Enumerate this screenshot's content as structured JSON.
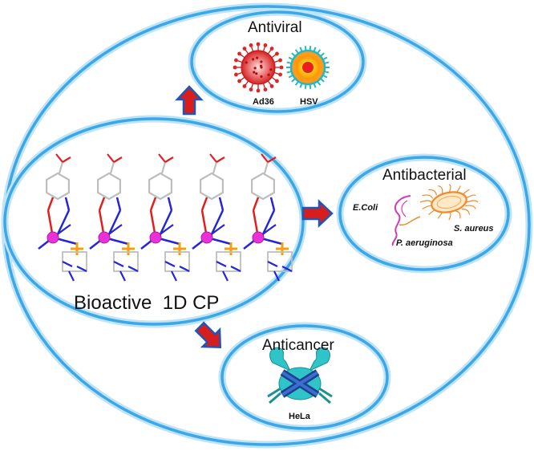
{
  "central": {
    "label": "Bioactive  1D CP"
  },
  "antiviral": {
    "title": "Antiviral",
    "viruses": [
      "Ad36",
      "HSV"
    ]
  },
  "antibacterial": {
    "title": "Antibacterial",
    "bacteria": [
      "E.Coli",
      "S. aureus",
      "P. aeruginosa"
    ]
  },
  "anticancer": {
    "title": "Anticancer",
    "cell_line": "HeLa"
  },
  "colors": {
    "ring": "#3aa7e8",
    "ring_glow": "#bfe3f8",
    "arrow_fill": "#d81d1d",
    "arrow_edge": "#1e57b8",
    "metal": "#e832d8",
    "carbon": "#bdbdbd",
    "nitrogen": "#2424d8",
    "oxygen": "#e02020",
    "sulfur": "#f0a010"
  }
}
